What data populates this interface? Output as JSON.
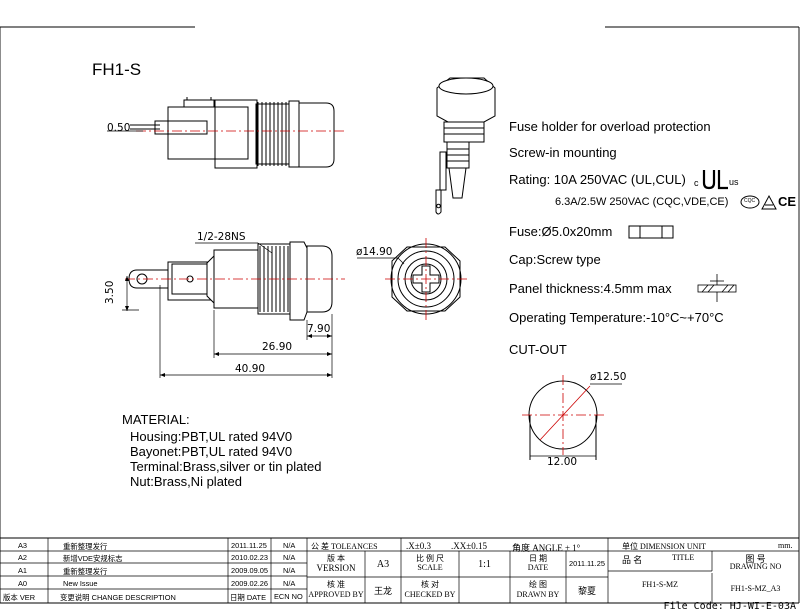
{
  "model": "FH1-S",
  "specs": {
    "desc": "Fuse holder for overload protection",
    "mount": "Screw-in mounting",
    "rating_ul": "Rating: 10A 250VAC (UL,CUL)",
    "rating_cert": "6.3A/2.5W 250VAC (CQC,VDE,CE)",
    "fuse": "Fuse:Ø5.0x20mm",
    "cap": "Cap:Screw type",
    "panel": "Panel thickness:4.5mm max",
    "temp": "Operating Temperature:-10°C~+70°C",
    "cutout": "CUT-OUT"
  },
  "cert_marks": {
    "c": "c",
    "us": "us",
    "ce": "CE",
    "cqc": "CQC"
  },
  "dims": {
    "pin": "0.50",
    "thread": "1/2-28NS",
    "diameter": "ø14.90",
    "height": "3.50",
    "nut": "7.90",
    "body": "26.90",
    "total": "40.90",
    "cut_dia": "ø12.50",
    "cut_w": "12.00"
  },
  "material": {
    "title": "MATERIAL:",
    "housing": "Housing:PBT,UL rated 94V0",
    "bayonet": "Bayonet:PBT,UL rated 94V0",
    "terminal": "Terminal:Brass,silver or tin plated",
    "nut": "Nut:Brass,Ni plated"
  },
  "revisions": [
    {
      "ver": "A3",
      "desc": "重新整理发行",
      "date": "2011.11.25",
      "ecn": "N/A"
    },
    {
      "ver": "A2",
      "desc": "新增VDE安规标志",
      "date": "2010.02.23",
      "ecn": "N/A"
    },
    {
      "ver": "A1",
      "desc": "重新整理发行",
      "date": "2009.09.05",
      "ecn": "N/A"
    },
    {
      "ver": "A0",
      "desc": "New Issue",
      "date": "2009.02.26",
      "ecn": "N/A"
    }
  ],
  "rev_header": {
    "ver": "版本 VER",
    "desc": "变更说明  CHANGE  DESCRIPTION",
    "date": "日期 DATE",
    "ecn": "ECN NO"
  },
  "title_block": {
    "tol_label": "公  差  TOLEANCES",
    "tol1": ".X±0.3",
    "tol2": ".XX±0.15",
    "angle": "角度 ANGLE ± 1°",
    "unit": "单位  DIMENSION UNIT",
    "unit_val": "mm.",
    "version_cn": "版  本",
    "version_en": "VERSION",
    "version_val": "A3",
    "scale_cn": "比 例 尺",
    "scale_en": "SCALE",
    "scale_val": "1:1",
    "date_cn": "日  期",
    "date_en": "DATE",
    "date_val": "2011.11.25",
    "name_cn": "品  名",
    "name_en": "TITLE",
    "name_val": "FH1-S-MZ",
    "drawing_cn": "图  号",
    "drawing_en": "DRAWING NO",
    "drawing_val": "FH1-S-MZ_A3",
    "approved_cn": "核  准",
    "approved_en": "APPROVED BY",
    "approved_val": "王龙",
    "checked_cn": "核  对",
    "checked_en": "CHECKED BY",
    "drawn_cn": "绘  图",
    "drawn_en": "DRAWN BY",
    "drawn_val": "黎夏"
  },
  "file_code": "File Code: HJ-WI-E-03A"
}
